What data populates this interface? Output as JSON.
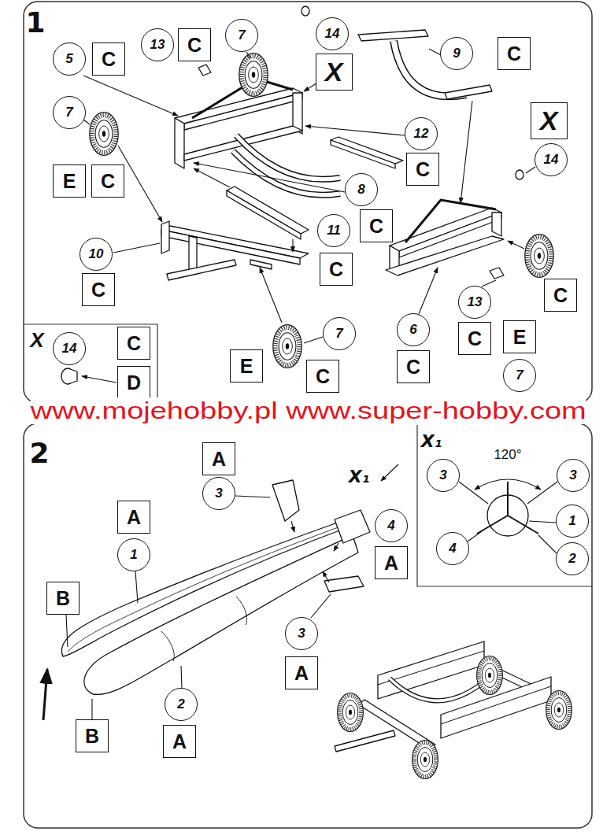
{
  "diagram": {
    "nodes": [
      {
        "text": [
          "5"
        ]
      },
      {
        "text": [
          "C"
        ]
      },
      {
        "text": [
          "13"
        ]
      },
      {
        "text": [
          "C"
        ]
      },
      {
        "text": [
          "7"
        ]
      },
      {
        "text": [
          "14"
        ]
      },
      {
        "text": [
          "X"
        ]
      },
      {
        "text": [
          "9"
        ]
      },
      {
        "text": [
          "C"
        ]
      },
      {
        "text": [
          "7"
        ]
      },
      {
        "text": [
          "X"
        ]
      },
      {
        "text": [
          "12"
        ]
      },
      {
        "text": [
          "14"
        ]
      },
      {
        "text": [
          "E"
        ]
      },
      {
        "text": [
          "C"
        ]
      },
      {
        "text": [
          "C"
        ]
      },
      {
        "text": [
          "8"
        ]
      },
      {
        "text": [
          "C"
        ]
      },
      {
        "text": [
          "11"
        ]
      },
      {
        "text": [
          "10"
        ]
      },
      {
        "text": [
          "C"
        ]
      },
      {
        "text": [
          "C"
        ]
      },
      {
        "text": [
          "C"
        ]
      },
      {
        "text": [
          "13"
        ]
      },
      {
        "text": [
          "6"
        ]
      },
      {
        "text": [
          "7"
        ]
      },
      {
        "text": [
          "E"
        ]
      },
      {
        "text": [
          "C"
        ]
      },
      {
        "text": [
          "C"
        ]
      },
      {
        "text": [
          "E"
        ]
      },
      {
        "text": [
          "C"
        ]
      },
      {
        "text": [
          "7"
        ]
      },
      {
        "text": [
          "14"
        ]
      },
      {
        "text": [
          "C"
        ]
      },
      {
        "text": [
          "D"
        ]
      },
      {
        "text": [
          "A"
        ]
      },
      {
        "text": [
          "3"
        ]
      },
      {
        "text": [
          "3"
        ]
      },
      {
        "text": [
          "3"
        ]
      },
      {
        "text": [
          "A"
        ]
      },
      {
        "text": [
          "4"
        ]
      },
      {
        "text": [
          "1"
        ]
      },
      {
        "text": [
          "4"
        ]
      },
      {
        "text": [
          "1"
        ]
      },
      {
        "text": [
          "2"
        ]
      },
      {
        "text": [
          "A"
        ]
      },
      {
        "text": [
          "B"
        ]
      },
      {
        "text": [
          "3"
        ]
      },
      {
        "text": [
          "A"
        ]
      },
      {
        "text": [
          "2"
        ]
      },
      {
        "text": [
          "B"
        ]
      },
      {
        "text": [
          "A"
        ]
      }
    ],
    "labels": [
      "1",
      "X",
      "www.mojehobby.pl www.super-hobby.com",
      "2",
      "X₁",
      "X₁",
      "120°"
    ]
  }
}
